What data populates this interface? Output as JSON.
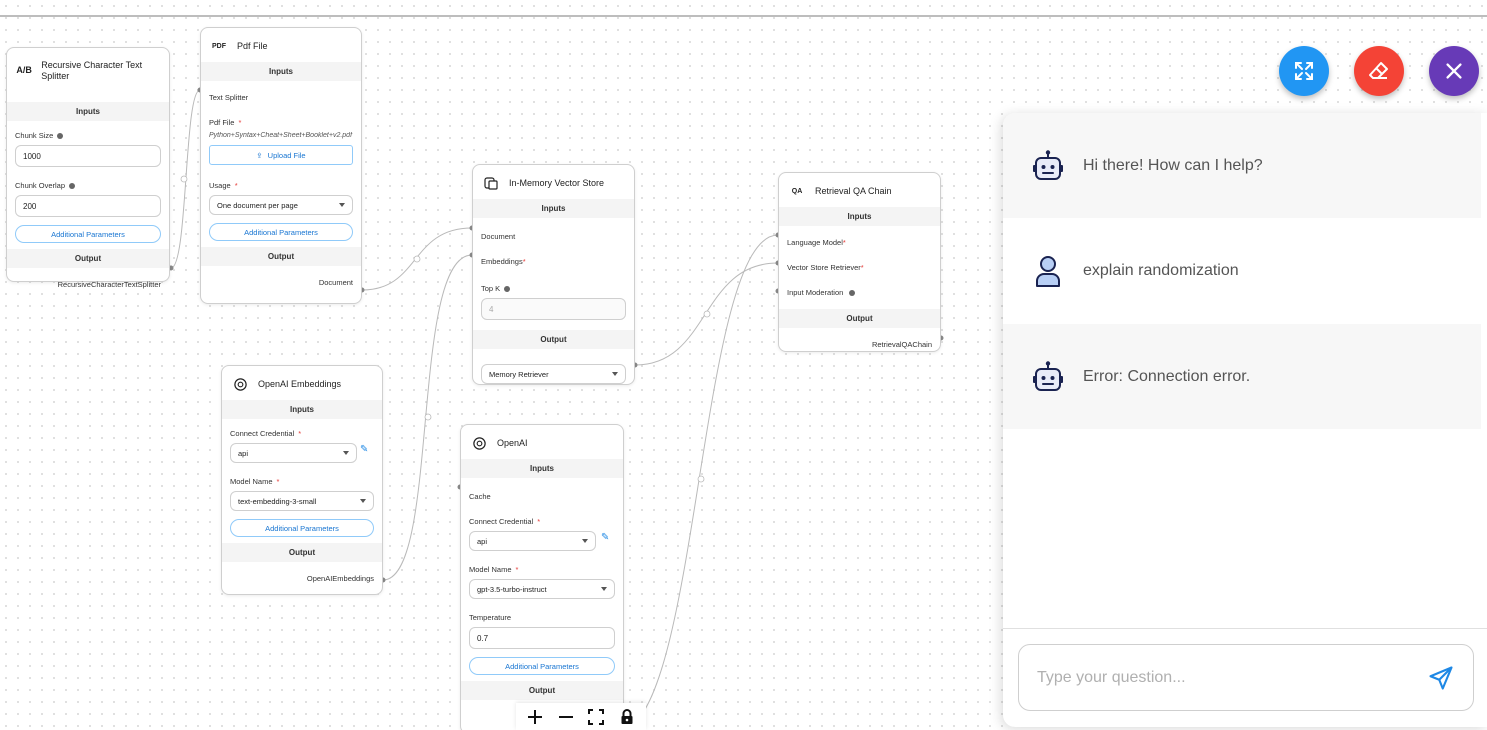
{
  "colors": {
    "fab_expand": "#2196f3",
    "fab_clear": "#f44336",
    "fab_close": "#673ab7",
    "link": "#1976d2",
    "required": "#e53935"
  },
  "nodes": {
    "text_splitter": {
      "title": "Recursive Character Text Splitter",
      "icon": "text-splitter-icon",
      "icon_text": "A/B",
      "inputs_label": "Inputs",
      "chunk_size_label": "Chunk Size",
      "chunk_size_value": "1000",
      "chunk_overlap_label": "Chunk Overlap",
      "chunk_overlap_value": "200",
      "additional_params": "Additional Parameters",
      "output_label": "Output",
      "output_name": "RecursiveCharacterTextSplitter"
    },
    "pdf_file": {
      "title": "Pdf File",
      "icon": "pdf-icon",
      "icon_text": "PDF",
      "inputs_label": "Inputs",
      "text_splitter_label": "Text Splitter",
      "pdf_file_label": "Pdf File",
      "file_name": "Python+Syntax+Cheat+Sheet+Booklet+v2.pdf",
      "upload_label": "Upload File",
      "usage_label": "Usage",
      "usage_value": "One document per page",
      "additional_params": "Additional Parameters",
      "output_label": "Output",
      "output_name": "Document"
    },
    "vector_store": {
      "title": "In-Memory Vector Store",
      "icon": "vector-store-icon",
      "inputs_label": "Inputs",
      "document_label": "Document",
      "embeddings_label": "Embeddings",
      "topk_label": "Top K",
      "topk_placeholder": "4",
      "output_label": "Output",
      "output_value": "Memory Retriever"
    },
    "qa_chain": {
      "title": "Retrieval QA Chain",
      "icon": "qa-chain-icon",
      "icon_text": "QA",
      "inputs_label": "Inputs",
      "language_model_label": "Language Model",
      "vector_retriever_label": "Vector Store Retriever",
      "input_moderation_label": "Input Moderation",
      "output_label": "Output",
      "output_name": "RetrievalQAChain"
    },
    "openai_embeddings": {
      "title": "OpenAI Embeddings",
      "icon": "openai-icon",
      "inputs_label": "Inputs",
      "credential_label": "Connect Credential",
      "credential_value": "api",
      "model_label": "Model Name",
      "model_value": "text-embedding-3-small",
      "additional_params": "Additional Parameters",
      "output_label": "Output",
      "output_name": "OpenAIEmbeddings"
    },
    "openai": {
      "title": "OpenAI",
      "icon": "openai-icon",
      "inputs_label": "Inputs",
      "cache_label": "Cache",
      "credential_label": "Connect Credential",
      "credential_value": "api",
      "model_label": "Model Name",
      "model_value": "gpt-3.5-turbo-instruct",
      "temperature_label": "Temperature",
      "temperature_value": "0.7",
      "additional_params": "Additional Parameters",
      "output_label": "Output"
    }
  },
  "fabs": {
    "expand": "expand-icon",
    "clear": "eraser-icon",
    "close": "close-icon"
  },
  "chat": {
    "messages": [
      {
        "role": "bot",
        "icon": "robot-icon",
        "text": "Hi there! How can I help?"
      },
      {
        "role": "user",
        "icon": "user-icon",
        "text": "explain randomization"
      },
      {
        "role": "bot",
        "icon": "robot-icon",
        "text": "Error: Connection error."
      }
    ],
    "input_placeholder": "Type your question...",
    "send_icon": "send-icon"
  },
  "controls": {
    "zoom_in": "zoom-in-icon",
    "zoom_out": "zoom-out-icon",
    "fit": "fit-view-icon",
    "lock": "lock-icon"
  }
}
